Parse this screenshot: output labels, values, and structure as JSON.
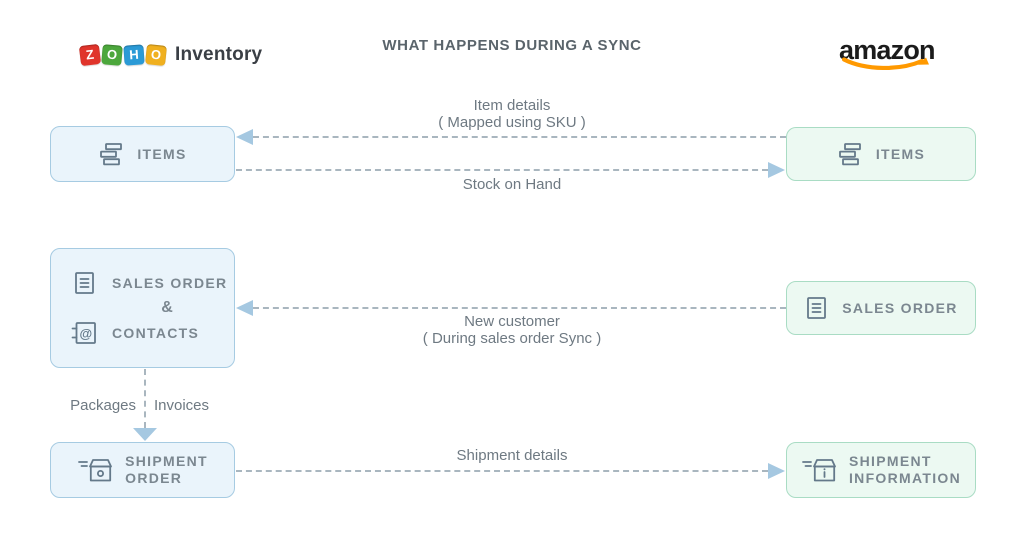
{
  "title": "WHAT HAPPENS DURING A SYNC",
  "zoho_logo": {
    "letters": [
      "Z",
      "O",
      "H",
      "O"
    ],
    "name": "Inventory"
  },
  "amazon_logo": {
    "name": "amazon",
    "smile_icon": "amazon-smile-arrow"
  },
  "zoho_column": {
    "items": {
      "label": "ITEMS",
      "icon": "stacked-items-icon"
    },
    "sales_contacts": {
      "row1": "SALES ORDER",
      "joiner": "&",
      "row2": "CONTACTS",
      "icon1": "sales-order-document-icon",
      "icon2": "contacts-address-book-icon"
    },
    "shipment": {
      "line1": "SHIPMENT",
      "line2": "ORDER",
      "icon": "shipment-box-icon"
    }
  },
  "amazon_column": {
    "items": {
      "label": "ITEMS",
      "icon": "stacked-items-icon"
    },
    "sales_order": {
      "label": "SALES ORDER",
      "icon": "sales-order-document-icon"
    },
    "shipment": {
      "line1": "SHIPMENT",
      "line2": "INFORMATION",
      "icon": "shipment-info-box-icon"
    }
  },
  "flows": {
    "item_details": {
      "line1": "Item details",
      "line2": "( Mapped using SKU )",
      "direction": "amazon-to-zoho"
    },
    "stock_on_hand": {
      "label": "Stock on Hand",
      "direction": "zoho-to-amazon"
    },
    "new_customer": {
      "line1": "New customer",
      "line2": "( During sales order Sync )",
      "direction": "amazon-to-zoho"
    },
    "packages_invoices": {
      "left": "Packages",
      "right": "Invoices",
      "direction": "down"
    },
    "shipment_details": {
      "label": "Shipment details",
      "direction": "zoho-to-amazon"
    }
  },
  "colors": {
    "zoho_box_fill": "#eaf4fb",
    "zoho_box_border": "#a6cbe2",
    "amazon_box_fill": "#ecf9f2",
    "amazon_box_border": "#a9dcc4",
    "arrow_fill": "#a5c8e1",
    "dash_color": "#a9b6bf",
    "icon_stroke": "#64798a",
    "box_text": "#7b8790",
    "label_text": "#6e7982",
    "title_color": "#5a646b",
    "amazon_smile": "#ff9900",
    "tile_1": "#e0342b",
    "tile_2": "#4ca73c",
    "tile_3": "#2b9ad6",
    "tile_4": "#f0b01f"
  }
}
